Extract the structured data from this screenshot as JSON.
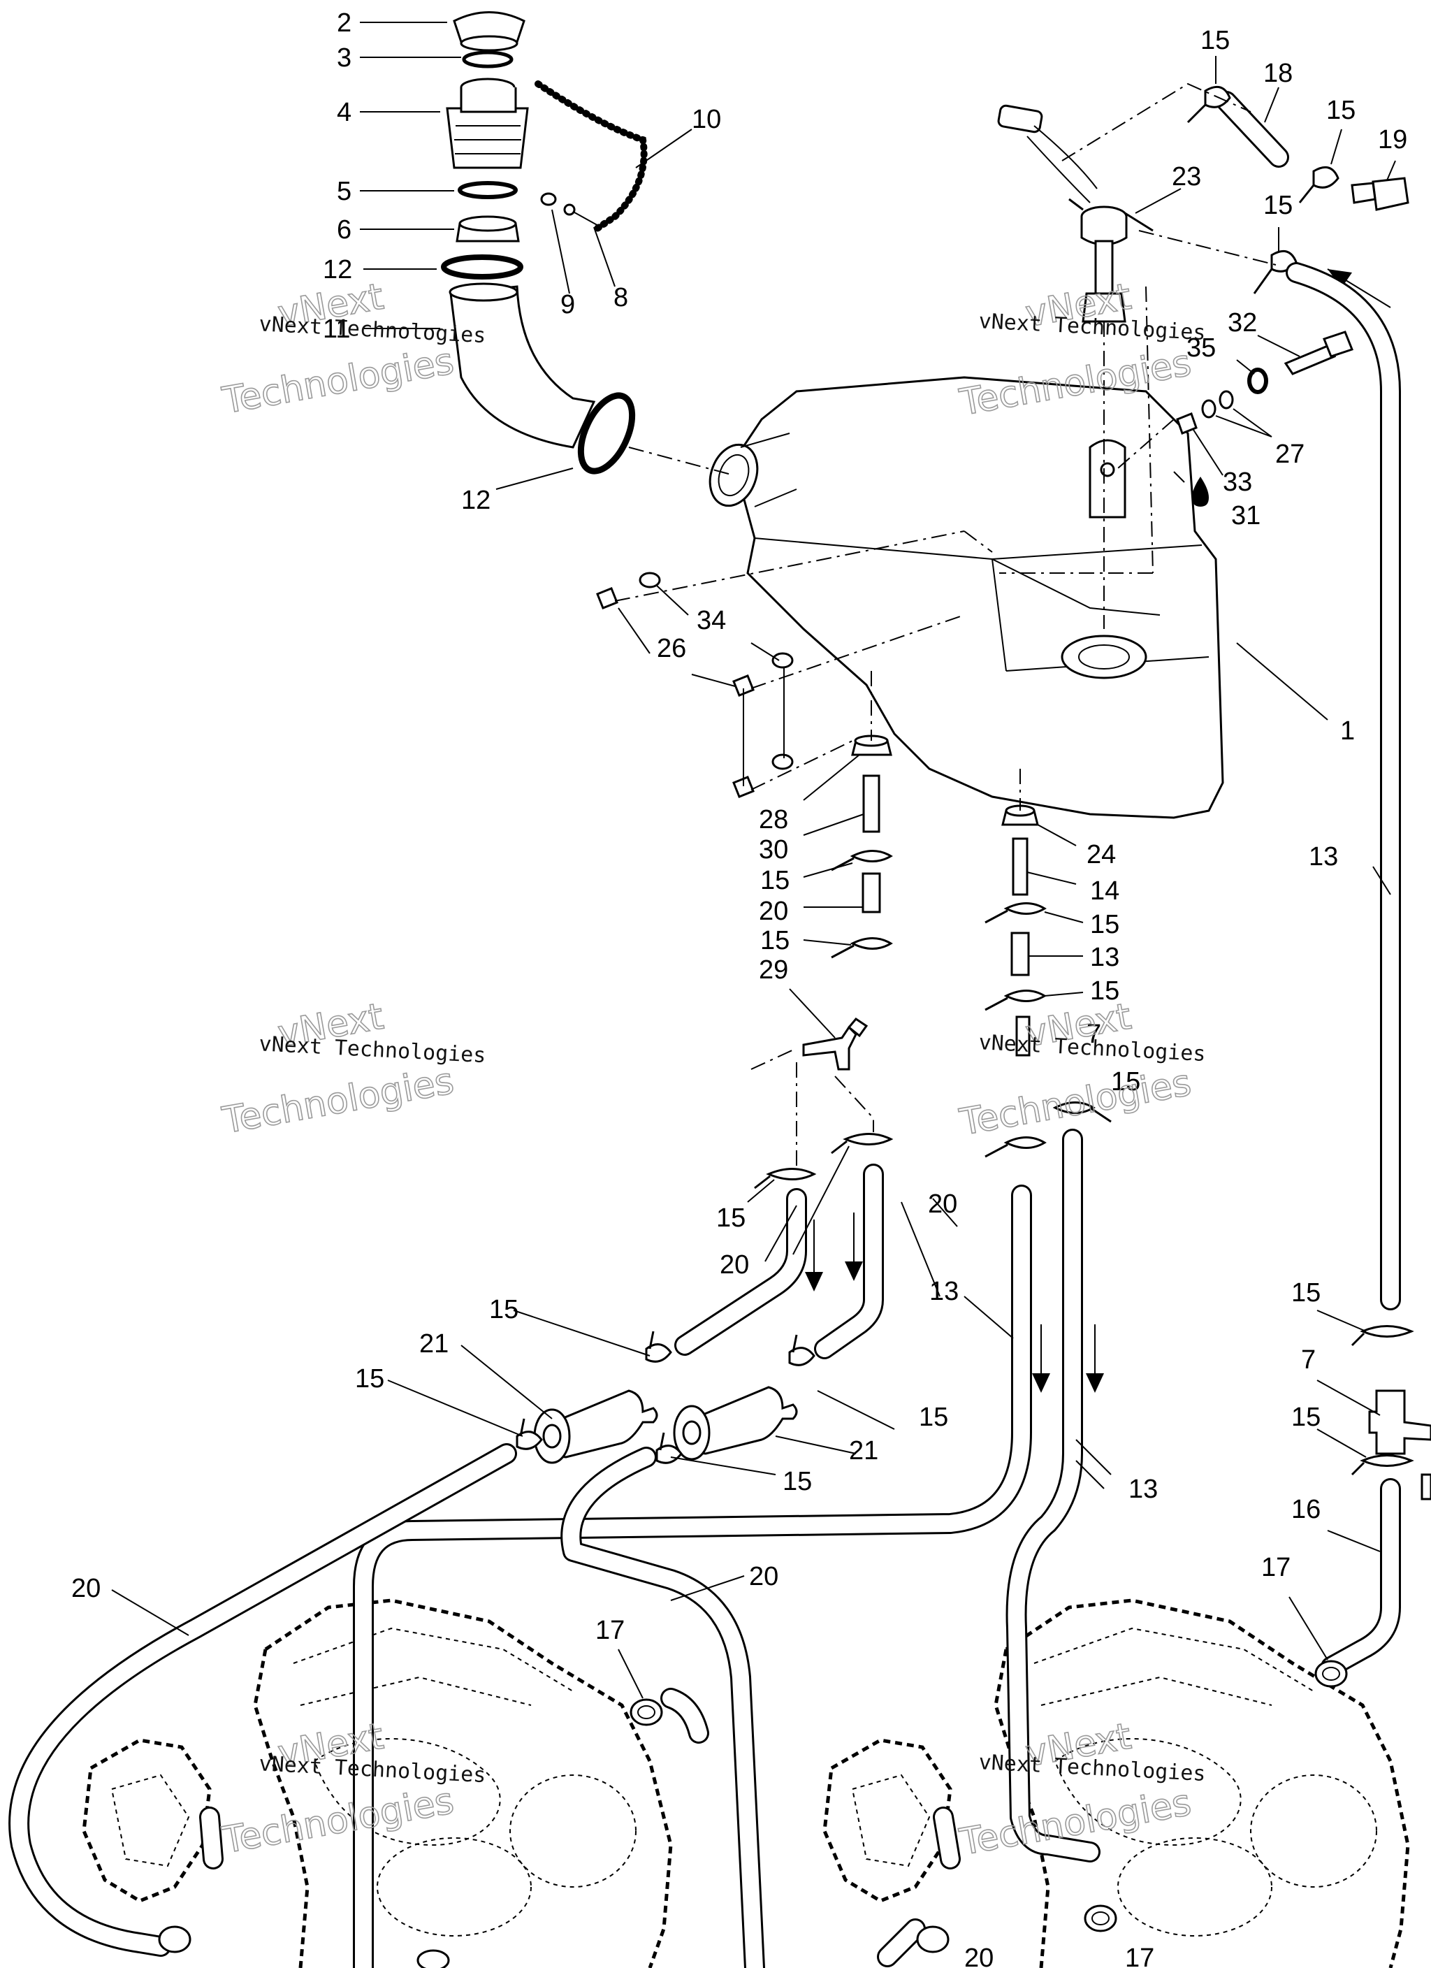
{
  "watermarks": [
    {
      "line1": "vNext Technologies",
      "line2": "vNext",
      "line3": "Technologies"
    },
    {
      "line1": "vNext Technologies",
      "line2": "vNext",
      "line3": "Technologies"
    },
    {
      "line1": "vNext Technologies",
      "line2": "vNext",
      "line3": "Technologies"
    },
    {
      "line1": "vNext Technologies",
      "line2": "vNext",
      "line3": "Technologies"
    },
    {
      "line1": "vNext Technologies",
      "line2": "vNext",
      "line3": "Technologies"
    },
    {
      "line1": "vNext Technologies",
      "line2": "vNext",
      "line3": "Technologies"
    }
  ],
  "callouts": [
    "2",
    "3",
    "4",
    "5",
    "6",
    "12",
    "11",
    "12",
    "10",
    "9",
    "8",
    "15",
    "18",
    "15",
    "19",
    "23",
    "15",
    "32",
    "35",
    "27",
    "33",
    "31",
    "34",
    "26",
    "1",
    "28",
    "30",
    "15",
    "20",
    "15",
    "29",
    "24",
    "14",
    "15",
    "13",
    "15",
    "7",
    "15",
    "13",
    "15",
    "20",
    "20",
    "15",
    "21",
    "15",
    "15",
    "21",
    "15",
    "13",
    "13",
    "20",
    "20",
    "17",
    "15",
    "7",
    "15",
    "16",
    "17",
    "17",
    "20"
  ]
}
